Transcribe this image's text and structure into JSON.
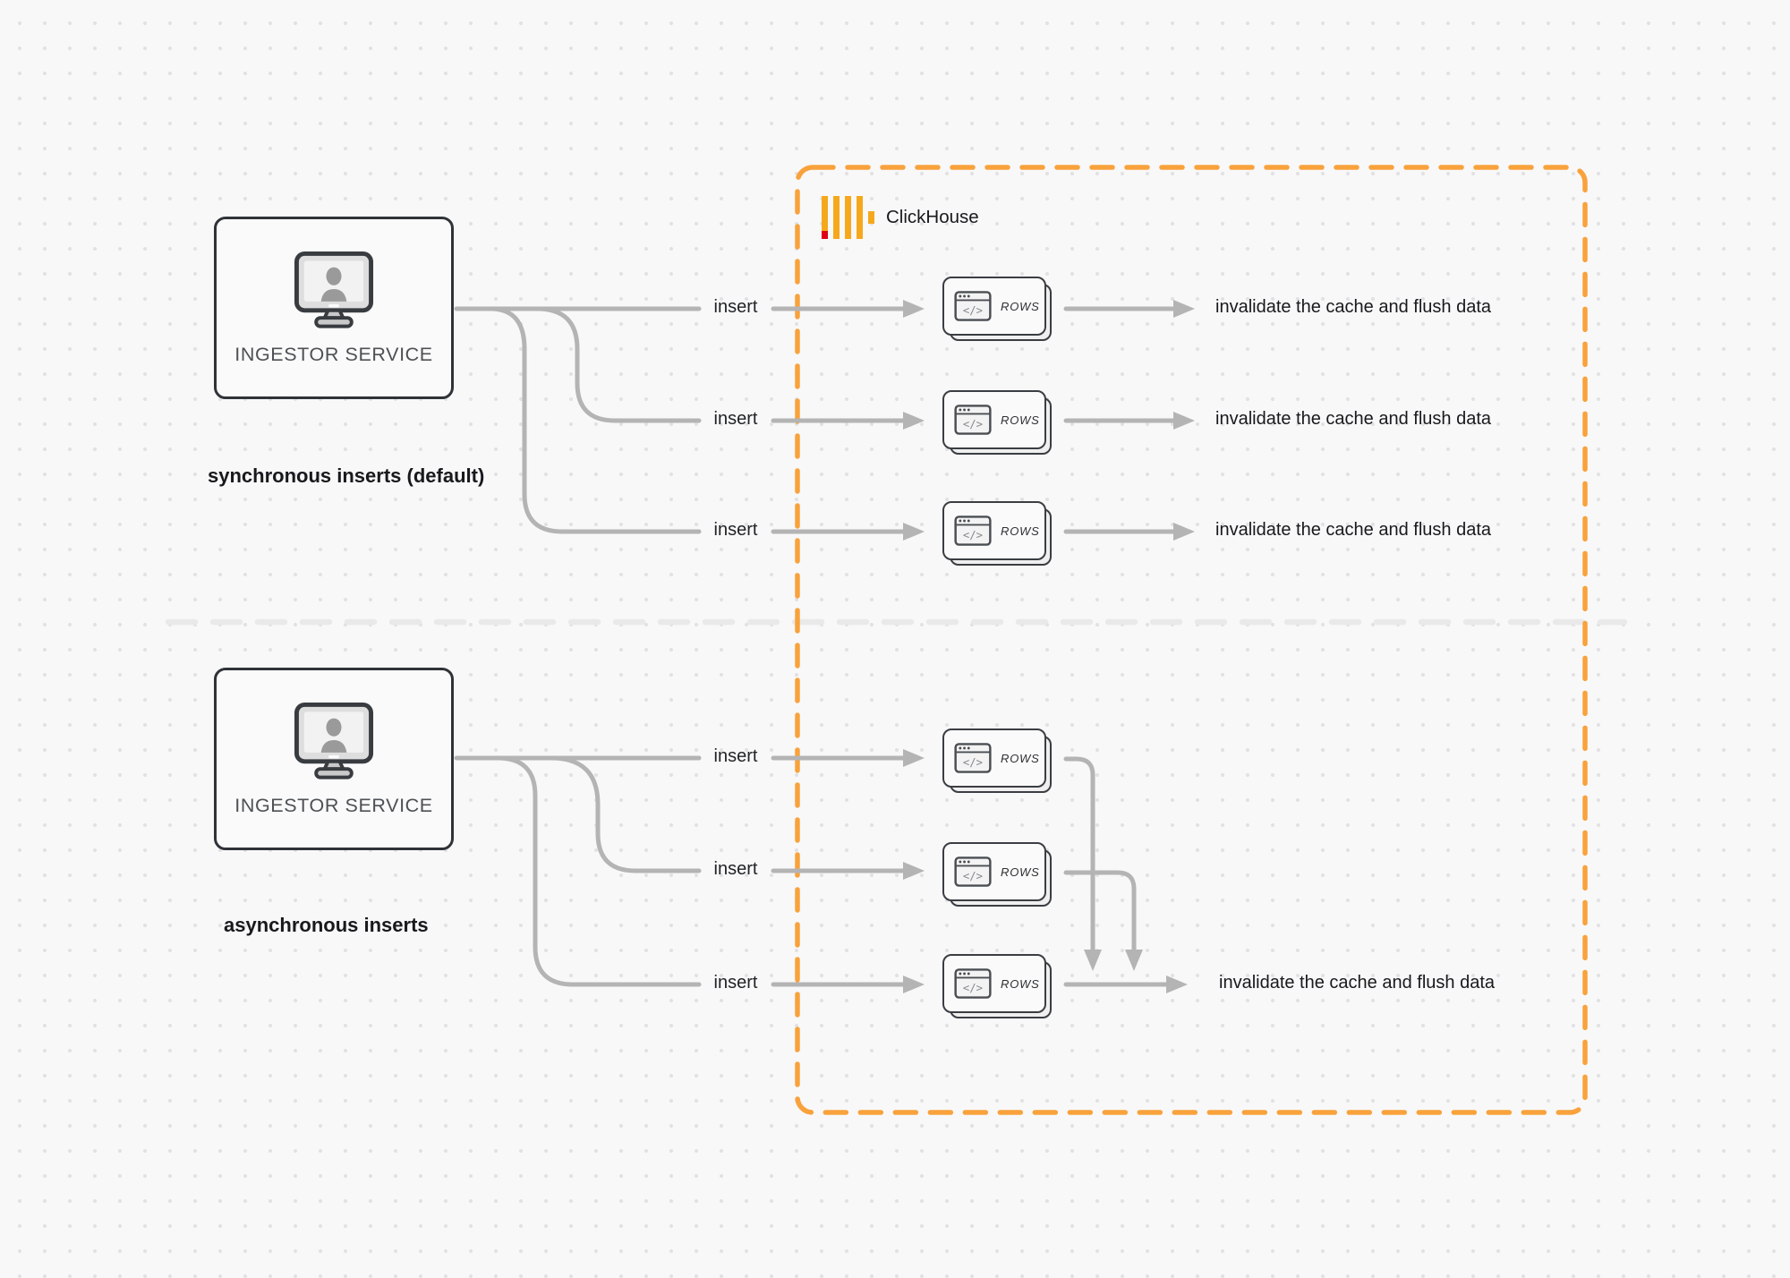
{
  "colors": {
    "accent_orange": "#F9A23C",
    "logo_yellow": "#F6A81C",
    "logo_red": "#E00016",
    "arrow_gray": "#b4b4b4",
    "divider_gray": "#e9e9ea",
    "box_border_dark": "#2f3337"
  },
  "icons": {
    "ingestor": "monitor-user-icon",
    "rows_card": "code-window-icon",
    "brand": "clickhouse-logo-icon"
  },
  "clickhouse": {
    "title": "ClickHouse"
  },
  "sync": {
    "caption": "synchronous inserts (default)",
    "ingestor": {
      "label": "INGESTOR SERVICE"
    },
    "lanes": [
      {
        "insert": "insert",
        "rows": "ROWS",
        "glyph": "</>",
        "result": "invalidate the cache and flush data"
      },
      {
        "insert": "insert",
        "rows": "ROWS",
        "glyph": "</>",
        "result": "invalidate the cache and flush data"
      },
      {
        "insert": "insert",
        "rows": "ROWS",
        "glyph": "</>",
        "result": "invalidate the cache and flush data"
      }
    ]
  },
  "async": {
    "caption": "asynchronous inserts",
    "ingestor": {
      "label": "INGESTOR SERVICE"
    },
    "lanes": [
      {
        "insert": "insert",
        "rows": "ROWS",
        "glyph": "</>"
      },
      {
        "insert": "insert",
        "rows": "ROWS",
        "glyph": "</>"
      },
      {
        "insert": "insert",
        "rows": "ROWS",
        "glyph": "</>"
      }
    ],
    "result": "invalidate the cache and flush data"
  }
}
